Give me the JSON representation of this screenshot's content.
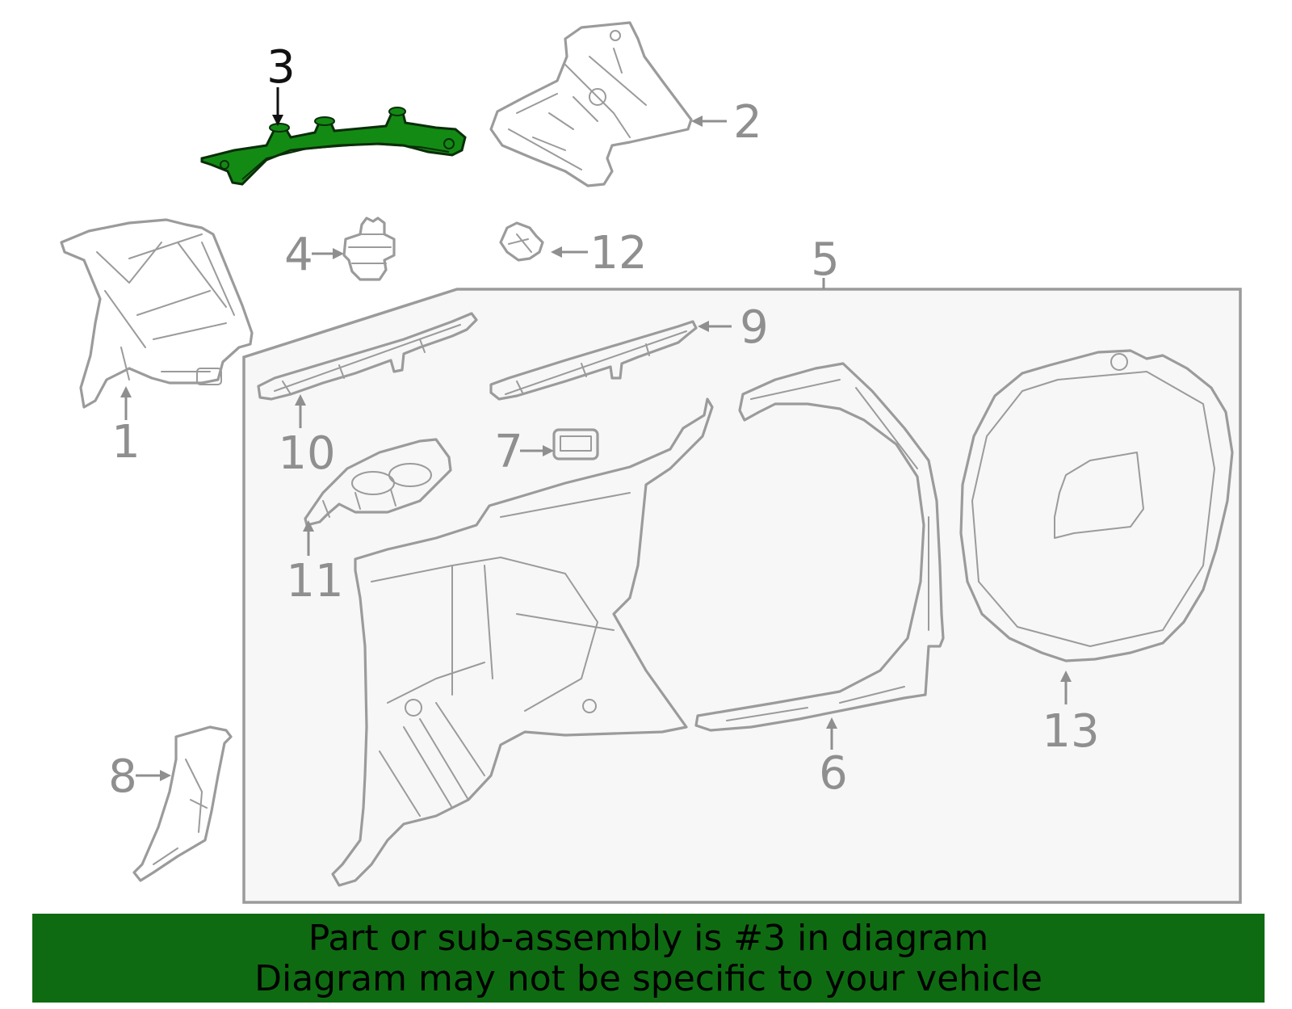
{
  "diagram": {
    "callouts": [
      {
        "id": "1",
        "label": "1"
      },
      {
        "id": "2",
        "label": "2"
      },
      {
        "id": "3",
        "label": "3"
      },
      {
        "id": "4",
        "label": "4"
      },
      {
        "id": "5",
        "label": "5"
      },
      {
        "id": "6",
        "label": "6"
      },
      {
        "id": "7",
        "label": "7"
      },
      {
        "id": "8",
        "label": "8"
      },
      {
        "id": "9",
        "label": "9"
      },
      {
        "id": "10",
        "label": "10"
      },
      {
        "id": "11",
        "label": "11"
      },
      {
        "id": "12",
        "label": "12"
      },
      {
        "id": "13",
        "label": "13"
      }
    ],
    "highlighted_part": "3",
    "colors": {
      "highlight_fill": "#138a14",
      "part_stroke": "#9b9b9b",
      "banner_bg": "#0f6b12",
      "box_fill": "#f7f7f7"
    }
  },
  "banner": {
    "line1": "Part or sub-assembly is #3 in diagram",
    "line2": "Diagram may not be specific to your vehicle"
  }
}
